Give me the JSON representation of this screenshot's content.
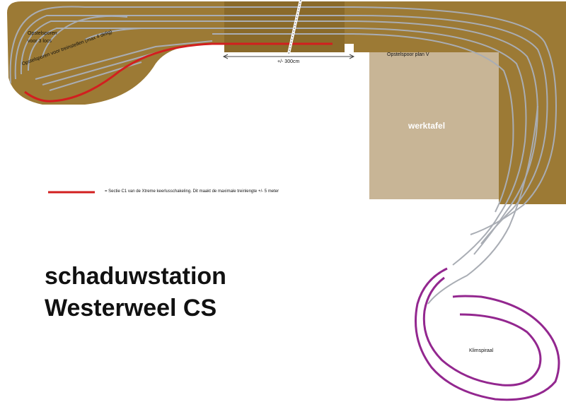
{
  "title": {
    "line1": "schaduwstation",
    "line2": "Westerweel CS"
  },
  "labels": {
    "opstelsporen_locs_line1": "Opstelsporen",
    "opstelsporen_locs_line2": "voor 3 locs",
    "opstelsporen_treinstellen": "Opstelsporen voor treinstellen (max 4 delig)",
    "opstelspoor_plan_v": "Opstelspoor plan V",
    "distance": "+/- 300cm",
    "werktafel": "werktafel",
    "klimspiraal": "Klimspiraal"
  },
  "legend": {
    "text": "= Sectie C1 van de Xtreme keerlusschakeling. Dit maakt de maximale treinlengte +/- 5 meter",
    "color": "#d21f1f"
  },
  "colors": {
    "baseboard": "#9c7a35",
    "baseboard_dark": "#8a6a2a",
    "track": "#a9adb4",
    "section_c1": "#d21f1f",
    "spiral": "#93278f",
    "werktafel": "#c8b596"
  }
}
